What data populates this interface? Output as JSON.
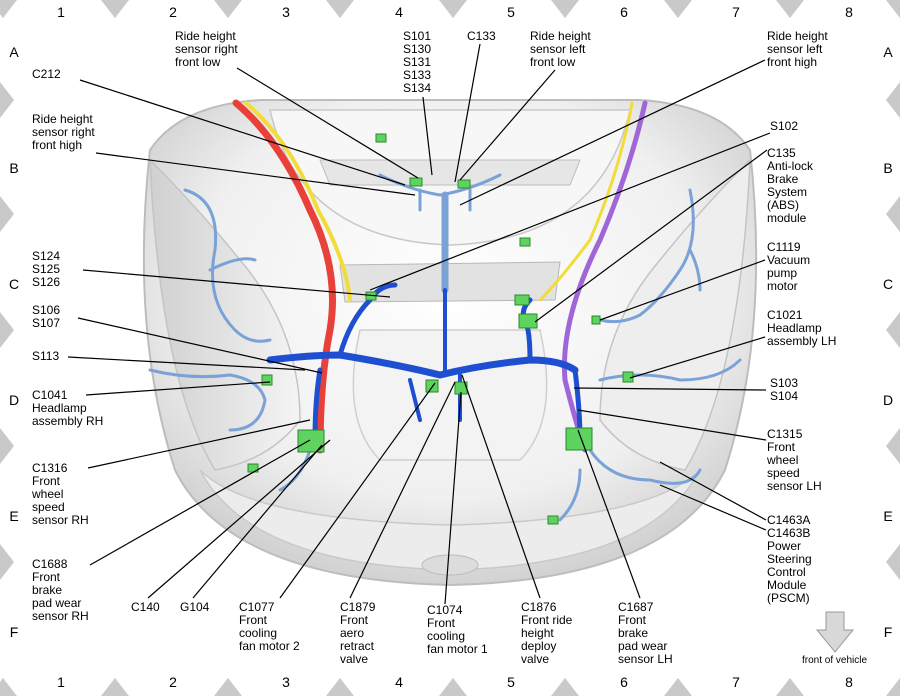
{
  "grid": {
    "columns": [
      "1",
      "2",
      "3",
      "4",
      "5",
      "6",
      "7",
      "8"
    ],
    "rows": [
      "A",
      "B",
      "C",
      "D",
      "E",
      "F"
    ]
  },
  "front_of_vehicle": "front of vehicle",
  "labels": [
    {
      "id": "ride-height-right-front-low",
      "text": "Ride height\nsensor right\nfront low"
    },
    {
      "id": "splices-s101-s134",
      "text": "S101\nS130\nS131\nS133\nS134"
    },
    {
      "id": "c133",
      "text": "C133"
    },
    {
      "id": "ride-height-left-front-low",
      "text": "Ride height\nsensor left\nfront low"
    },
    {
      "id": "ride-height-left-front-high",
      "text": "Ride height\nsensor left\nfront high"
    },
    {
      "id": "c212",
      "text": "C212"
    },
    {
      "id": "ride-height-right-front-high",
      "text": "Ride height\nsensor right\nfront high"
    },
    {
      "id": "s102",
      "text": "S102"
    },
    {
      "id": "c135-abs",
      "text": "C135\nAnti-lock\nBrake\nSystem\n(ABS)\nmodule"
    },
    {
      "id": "s124-s126",
      "text": "S124\nS125\nS126"
    },
    {
      "id": "c1119-vacuum",
      "text": "C1119\nVacuum\npump\nmotor"
    },
    {
      "id": "s106-s107",
      "text": "S106\nS107"
    },
    {
      "id": "c1021-headlamp-lh",
      "text": "C1021\nHeadlamp\nassembly LH"
    },
    {
      "id": "s113",
      "text": "S113"
    },
    {
      "id": "c1041-headlamp-rh",
      "text": "C1041\nHeadlamp\nassembly RH"
    },
    {
      "id": "s103-s104",
      "text": "S103\nS104"
    },
    {
      "id": "c1315-wheel-lh",
      "text": "C1315\nFront\nwheel\nspeed\nsensor LH"
    },
    {
      "id": "c1316-wheel-rh",
      "text": "C1316\nFront\nwheel\nspeed\nsensor RH"
    },
    {
      "id": "c1463-pscm",
      "text": "C1463A\nC1463B\nPower\nSteering\nControl\nModule\n(PSCM)"
    },
    {
      "id": "c1688-brake-rh",
      "text": "C1688\nFront\nbrake\npad wear\nsensor RH"
    },
    {
      "id": "c140",
      "text": "C140"
    },
    {
      "id": "g104",
      "text": "G104"
    },
    {
      "id": "c1077-fan2",
      "text": "C1077\nFront\ncooling\nfan motor 2"
    },
    {
      "id": "c1879-aero",
      "text": "C1879\nFront\naero\nretract\nvalve"
    },
    {
      "id": "c1074-fan1",
      "text": "C1074\nFront\ncooling\nfan motor 1"
    },
    {
      "id": "c1876-ride-deploy",
      "text": "C1876\nFront ride\nheight\ndeploy\nvalve"
    },
    {
      "id": "c1687-brake-lh",
      "text": "C1687\nFront\nbrake\npad wear\nsensor LH"
    }
  ],
  "colors": {
    "harness_light": "#7aa2d6",
    "harness_dark": "#1f4fd1",
    "wire_red": "#e8413a",
    "wire_yellow": "#f2dc3a",
    "wire_purple": "#a066d8",
    "connector": "#5fd35f",
    "body_shade": "#d8d8d8",
    "band": "#c8c8c8"
  }
}
